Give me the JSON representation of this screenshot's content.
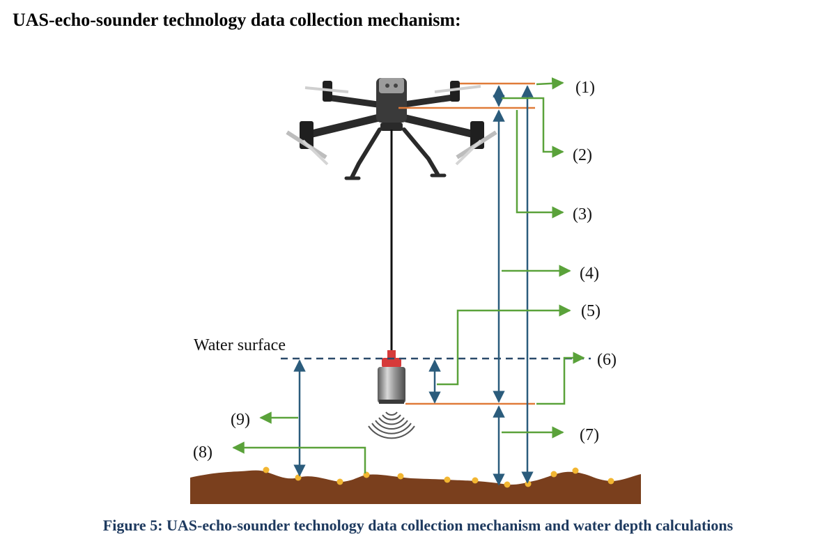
{
  "heading": "UAS-echo-sounder technology data collection mechanism:",
  "caption": "Figure 5: UAS-echo-sounder technology data collection mechanism and water depth calculations",
  "water_surface_label": "Water surface",
  "labels": {
    "l1": "(1)",
    "l2": "(2)",
    "l3": "(3)",
    "l4": "(4)",
    "l5": "(5)",
    "l6": "(6)",
    "l7": "(7)",
    "l8": "(8)",
    "l9": "(9)"
  },
  "colors": {
    "reference_line": "#e07b39",
    "callout_arrow": "#5aa23a",
    "measure_arrow": "#2b5c7c",
    "seabed": "#7a3f1d",
    "depth_point": "#f2b632",
    "transducer_top": "#d63a3a",
    "caption": "#1e3a5f"
  },
  "icons": [
    "drone-icon",
    "echo-sounder-icon",
    "sonar-waves-icon"
  ]
}
